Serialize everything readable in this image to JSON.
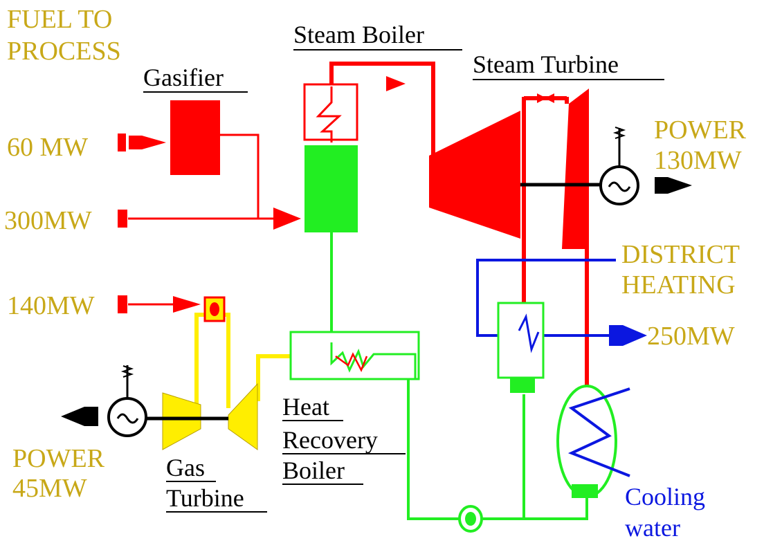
{
  "labels": {
    "fuel_to_process_1": "FUEL TO",
    "fuel_to_process_2": "PROCESS",
    "gasifier": "Gasifier",
    "steam_boiler": "Steam Boiler",
    "steam_turbine": "Steam Turbine",
    "input_60": "60 MW",
    "input_300": "300MW",
    "input_140": "140MW",
    "power_steam_1": "POWER",
    "power_steam_2": "130MW",
    "district_1": "DISTRICT",
    "district_2": "HEATING",
    "district_value": "250MW",
    "hrb_1": "Heat",
    "hrb_2": "Recovery",
    "hrb_3": "Boiler",
    "gas_turbine_1": "Gas",
    "gas_turbine_2": "Turbine",
    "power_gas_1": "POWER",
    "power_gas_2": "45MW",
    "cooling_1": "Cooling",
    "cooling_2": "water"
  },
  "colors": {
    "fuel_red": "#ff0000",
    "water_green": "#22ee22",
    "gas_yellow": "#ffee00",
    "district_blue": "#0b17e0",
    "label_olive": "#c8a818",
    "label_black": "#000000"
  }
}
